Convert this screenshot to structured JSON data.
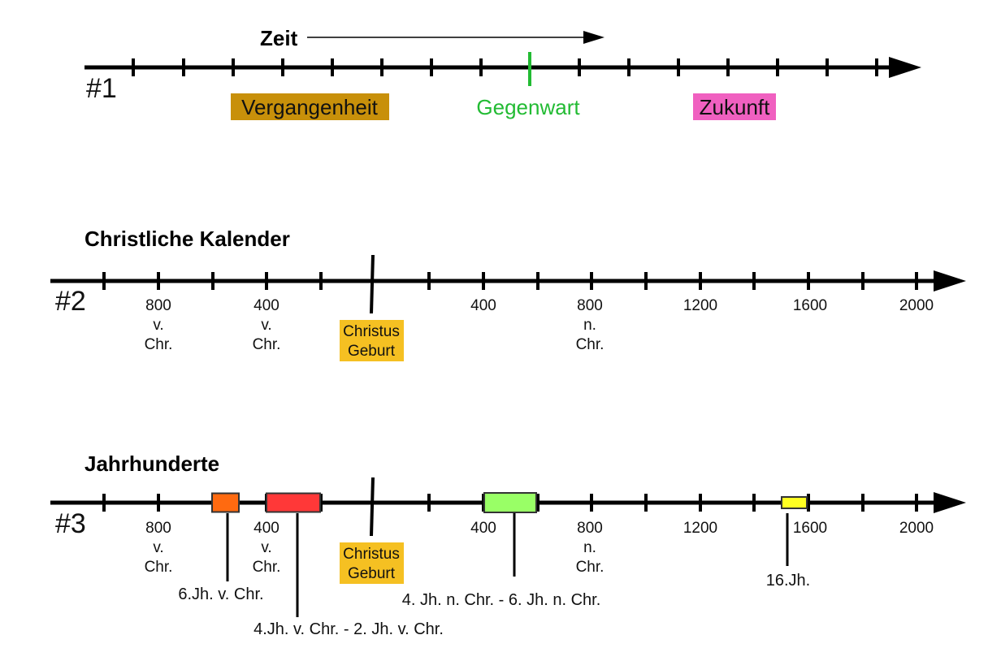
{
  "timeline1": {
    "number": "#1",
    "zeit": "Zeit",
    "past": {
      "label": "Vergangenheit",
      "color": "#c8900a"
    },
    "present": {
      "label": "Gegenwart",
      "color": "#22bb33"
    },
    "future": {
      "label": "Zukunft",
      "color": "#f060c0"
    }
  },
  "timeline2": {
    "title": "Christliche Kalender",
    "number": "#2",
    "ticks": [
      {
        "lines": [
          "800",
          "v.",
          "Chr."
        ]
      },
      {
        "lines": [
          "400",
          "v.",
          "Chr."
        ]
      },
      {
        "lines": [
          "400"
        ]
      },
      {
        "lines": [
          "800",
          "n.",
          "Chr."
        ]
      },
      {
        "lines": [
          "1200"
        ]
      },
      {
        "lines": [
          "1600"
        ]
      },
      {
        "lines": [
          "2000"
        ]
      }
    ],
    "birth": {
      "lines": [
        "Christus",
        "Geburt"
      ],
      "color": "#f5c022"
    }
  },
  "timeline3": {
    "title": "Jahrhunderte",
    "number": "#3",
    "ticks": [
      {
        "lines": [
          "800",
          "v.",
          "Chr."
        ]
      },
      {
        "lines": [
          "400",
          "v.",
          "Chr."
        ]
      },
      {
        "lines": [
          "400"
        ]
      },
      {
        "lines": [
          "800",
          "n.",
          "Chr."
        ]
      },
      {
        "lines": [
          "1200"
        ]
      },
      {
        "lines": [
          "1600"
        ]
      },
      {
        "lines": [
          "2000"
        ]
      }
    ],
    "birth": {
      "lines": [
        "Christus",
        "Geburt"
      ],
      "color": "#f5c022"
    },
    "periods": [
      {
        "label": "6.Jh. v. Chr.",
        "color": "#ff6a10"
      },
      {
        "label": "4.Jh. v. Chr. - 2. Jh. v. Chr.",
        "color": "#ff3838"
      },
      {
        "label": "4. Jh. n. Chr. - 6. Jh. n. Chr.",
        "color": "#99ff66"
      },
      {
        "label": "16.Jh.",
        "color": "#ffff22"
      }
    ]
  }
}
